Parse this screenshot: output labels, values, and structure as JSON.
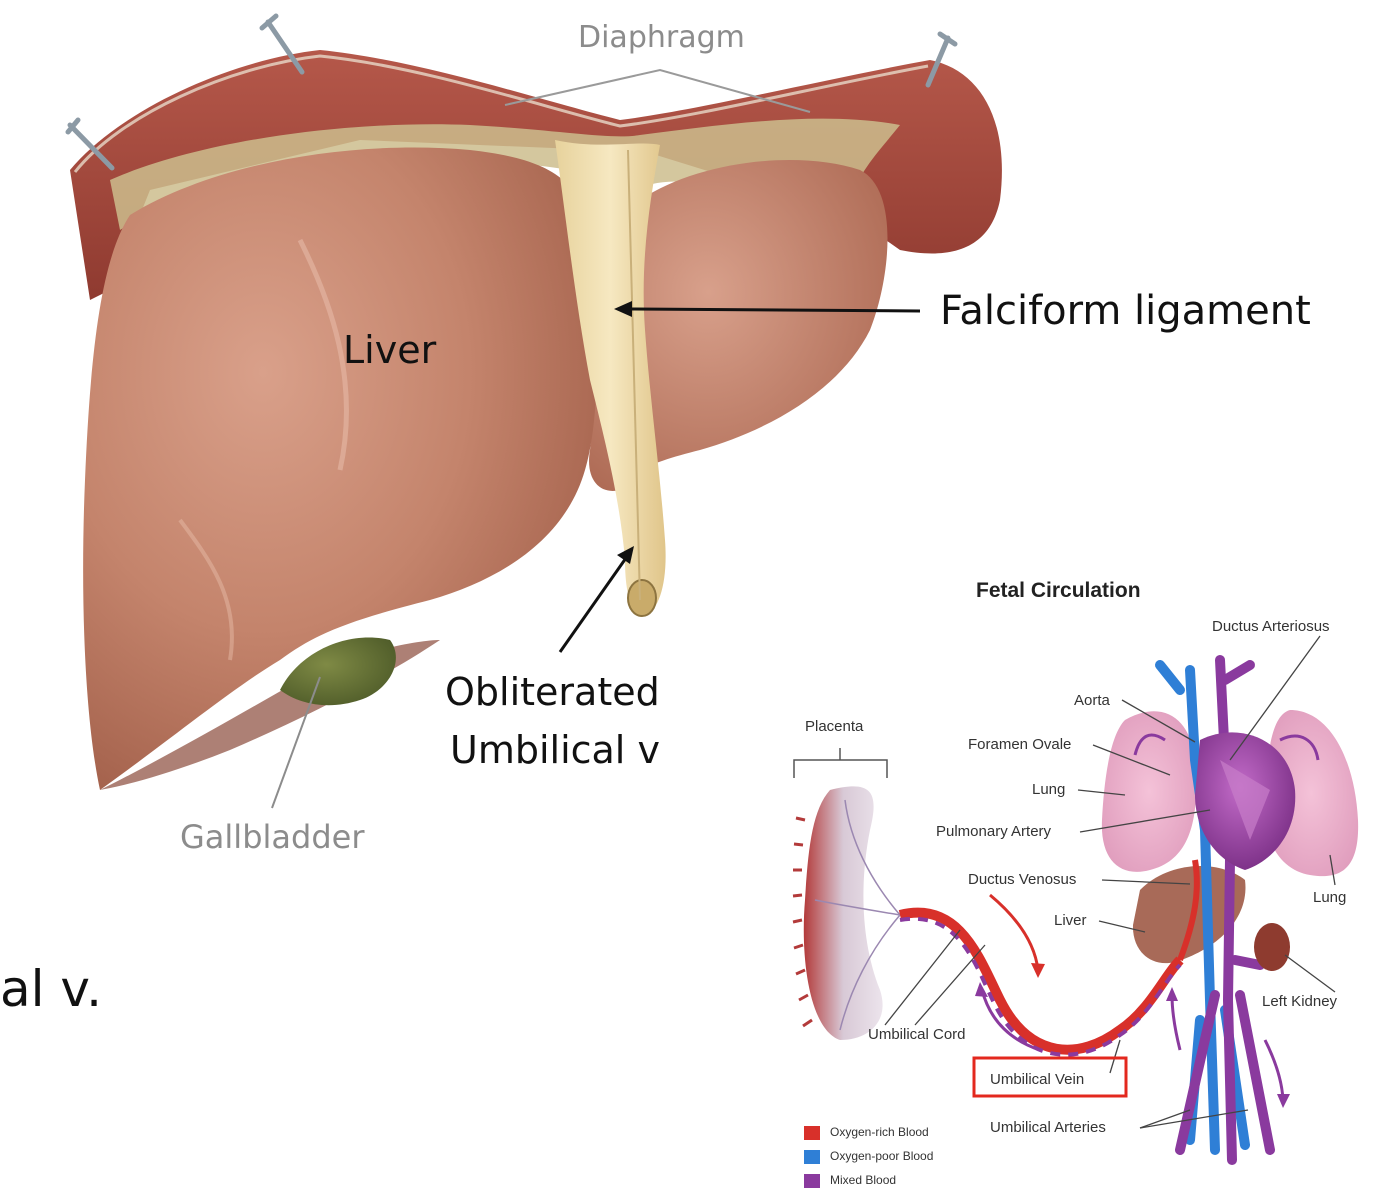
{
  "liver_figure": {
    "labels": {
      "diaphragm": "Diaphragm",
      "liver": "Liver",
      "falciform": "Falciform ligament",
      "obliterated_line1": "Obliterated",
      "obliterated_line2": "Umbilical v",
      "gallbladder": "Gallbladder"
    }
  },
  "cropped_text": "al v.",
  "fetal_circulation": {
    "title": "Fetal Circulation",
    "labels": {
      "ductus_arteriosus": "Ductus Arteriosus",
      "aorta": "Aorta",
      "foramen_ovale": "Foramen Ovale",
      "lung_left": "Lung",
      "pulmonary_artery": "Pulmonary Artery",
      "ductus_venosus": "Ductus Venosus",
      "lung_right": "Lung",
      "liver": "Liver",
      "left_kidney": "Left Kidney",
      "placenta": "Placenta",
      "umbilical_cord": "Umbilical Cord",
      "umbilical_vein": "Umbilical Vein",
      "umbilical_arteries": "Umbilical Arteries"
    },
    "legend": [
      {
        "label": "Oxygen-rich Blood",
        "color": "#d8302a"
      },
      {
        "label": "Oxygen-poor Blood",
        "color": "#2f7fd6"
      },
      {
        "label": "Mixed Blood",
        "color": "#8a3a9e"
      }
    ],
    "highlight_color": "#e3281e"
  }
}
